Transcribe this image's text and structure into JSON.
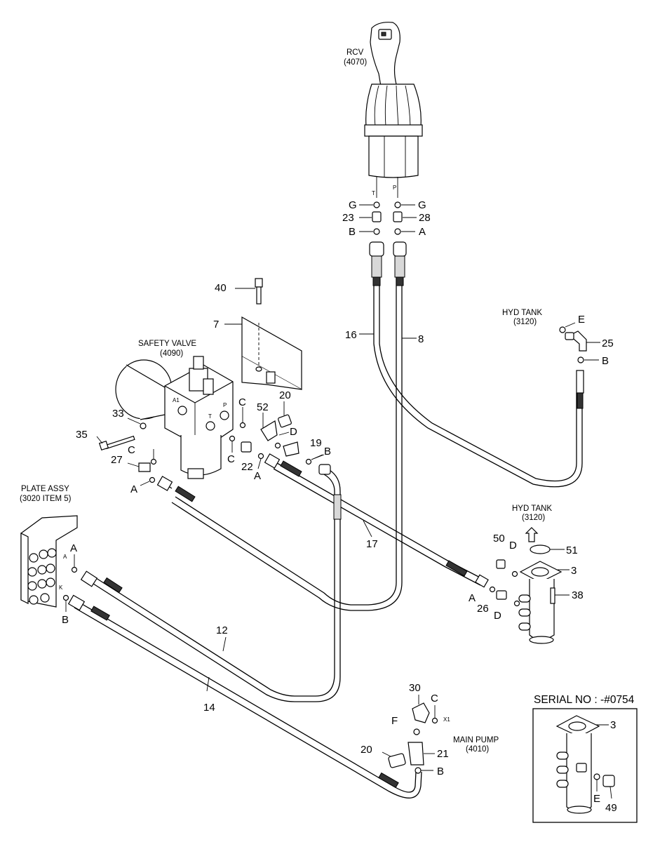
{
  "components": {
    "rcv": {
      "name": "RCV",
      "ref": "(4070)"
    },
    "safety_valve": {
      "name": "SAFETY VALVE",
      "ref": "(4090)"
    },
    "hyd_tank_top": {
      "name": "HYD TANK",
      "ref": "(3120)"
    },
    "hyd_tank_bottom": {
      "name": "HYD TANK",
      "ref": "(3120)"
    },
    "plate_assy": {
      "name": "PLATE ASSY",
      "ref": "(3020 ITEM 5)"
    },
    "main_pump": {
      "name": "MAIN PUMP",
      "ref": "(4010)"
    }
  },
  "serial_box": {
    "title": "SERIAL NO : -#0754",
    "labels": [
      "3",
      "E",
      "49"
    ]
  },
  "port_marks": [
    "T",
    "P",
    "A1",
    "T",
    "P",
    "A",
    "K",
    "X1"
  ],
  "callouts": [
    "G",
    "G",
    "23",
    "28",
    "B",
    "A",
    "40",
    "7",
    "16",
    "8",
    "E",
    "25",
    "B",
    "C",
    "20",
    "52",
    "D",
    "19",
    "B",
    "33",
    "35",
    "C",
    "27",
    "C",
    "22",
    "A",
    "A",
    "17",
    "50",
    "D",
    "51",
    "3",
    "38",
    "A",
    "26",
    "D",
    "A",
    "B",
    "12",
    "14",
    "30",
    "C",
    "F",
    "21",
    "20",
    "B"
  ]
}
